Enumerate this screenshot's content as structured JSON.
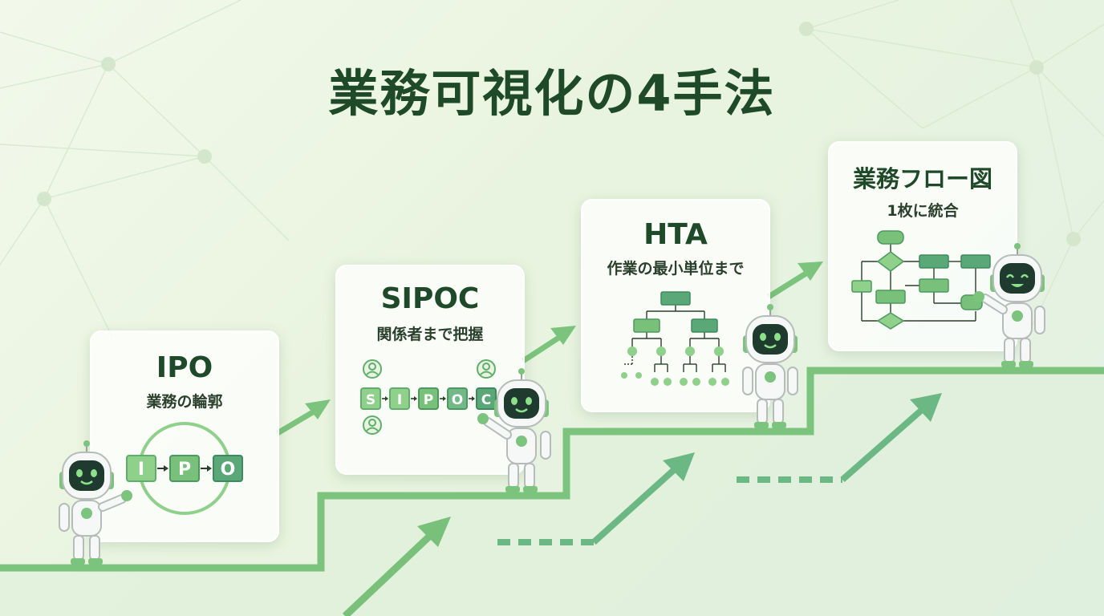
{
  "title": "業務可視化の4手法",
  "colors": {
    "dark_green": "#1e4a2a",
    "mid_green": "#5fae6c",
    "light_green": "#8fd08a",
    "box_fill": "#72c47e",
    "box_dark": "#5aa877",
    "stair": "#7cc47d"
  },
  "steps": [
    {
      "title": "IPO",
      "subtitle": "業務の輪郭",
      "boxes": [
        "I",
        "P",
        "O"
      ]
    },
    {
      "title": "SIPOC",
      "subtitle": "関係者まで把握",
      "boxes": [
        "S",
        "I",
        "P",
        "O",
        "C"
      ]
    },
    {
      "title": "HTA",
      "subtitle": "作業の最小単位まで"
    },
    {
      "title": "業務フロー図",
      "subtitle": "1枚に統合"
    }
  ],
  "icons": {
    "robot": "robot-mascot-icon",
    "person": "person-icon",
    "arrow": "growth-arrow-icon"
  }
}
